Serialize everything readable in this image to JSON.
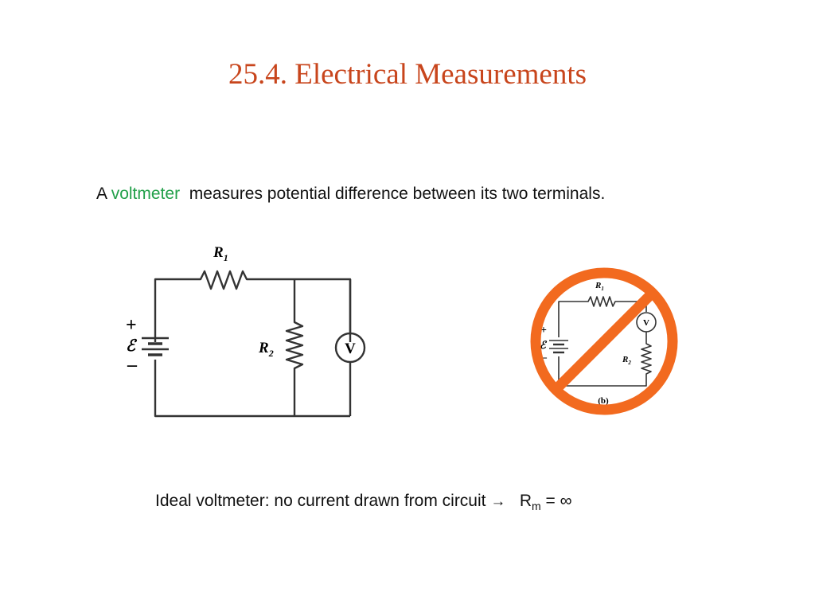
{
  "slide": {
    "title": "25.4. Electrical Measurements",
    "statement": {
      "prefix": "A",
      "term": "voltmeter",
      "rest": "measures potential difference between its two terminals."
    },
    "ideal": {
      "text": "Ideal voltmeter: no current drawn from circuit",
      "arrow": "→",
      "symbol": "R",
      "subscript": "m",
      "equals": "= ∞"
    }
  },
  "circuit_a": {
    "r1": "R",
    "r1_sub": "1",
    "r2": "R",
    "r2_sub": "2",
    "emf": "ℰ",
    "plus": "+",
    "minus": "–",
    "meter": "V"
  },
  "circuit_b": {
    "r1": "R",
    "r1_sub": "1",
    "r2": "R",
    "r2_sub": "2",
    "emf": "ℰ",
    "plus": "+",
    "minus": "–",
    "meter": "V",
    "caption": "(b)"
  },
  "colors": {
    "title": "#c8451c",
    "accent": "#22a04a",
    "prohibition": "#f26a1f",
    "wire": "#333333"
  }
}
